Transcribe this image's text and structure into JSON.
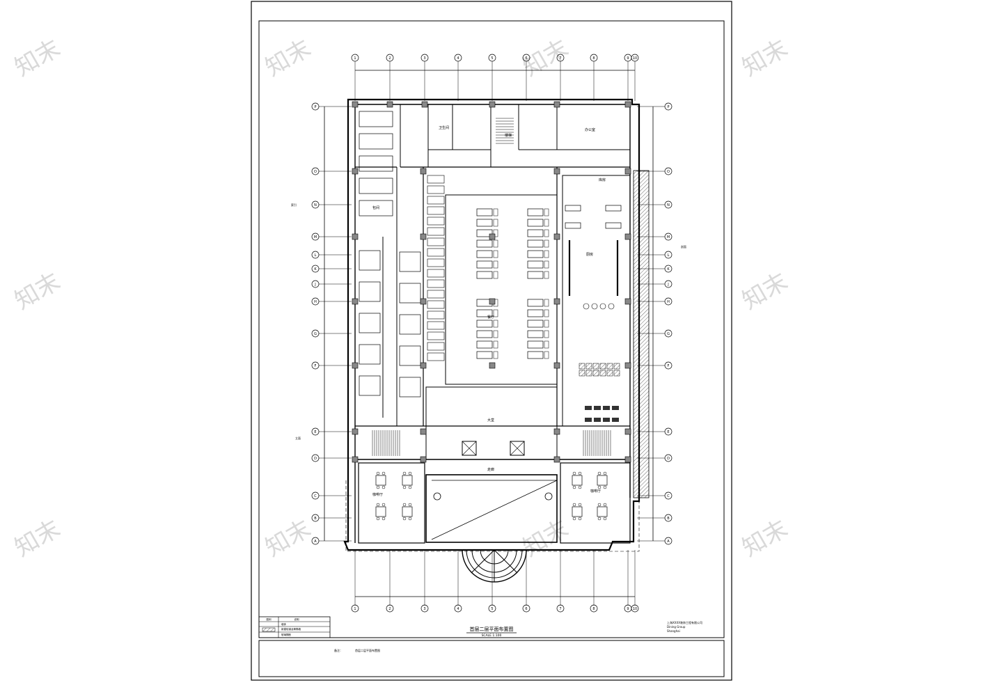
{
  "drawing": {
    "title": "首层二层平面布置图",
    "scale": "SCALE 1:100",
    "note": "备注：",
    "company_lines": [
      "上海XXXX装饰工程有限公司",
      "Dining Group",
      "Shanghai"
    ]
  },
  "watermark": "知末",
  "axes": {
    "columns": [
      "1",
      "2",
      "3",
      "4",
      "5",
      "6",
      "7",
      "8",
      "9",
      "10"
    ],
    "rows": [
      "P",
      "O",
      "N",
      "M",
      "L",
      "K",
      "J",
      "H",
      "G",
      "F",
      "E",
      "D",
      "C",
      "B",
      "A"
    ]
  },
  "rooms": {
    "dining_hall": "餐厅",
    "kitchen": "厨房",
    "lobby": "大堂",
    "corridor": "走廊",
    "private_rooms": "包间",
    "restroom": "卫生间",
    "office": "办公室",
    "stair": "楼梯",
    "storage": "库房",
    "cafe_left": "咖啡厅",
    "cafe_right": "咖啡厅"
  },
  "legend": [
    {
      "label": "图例"
    },
    {
      "label": "说明"
    },
    {
      "label": "墙体"
    },
    {
      "label": "新建轻钢龙骨隔墙"
    },
    {
      "label": "玻璃隔断"
    }
  ],
  "annotations": [
    "索引",
    "立面",
    "剖面"
  ]
}
